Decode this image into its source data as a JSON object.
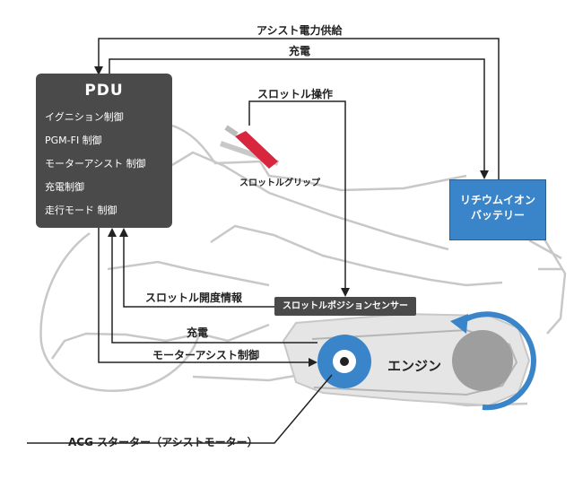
{
  "pdu": {
    "title": "PDU",
    "items": [
      "イグニション制御",
      "PGM-FI 制御",
      "モーターアシスト 制御",
      "充電制御",
      "走行モード 制御"
    ]
  },
  "battery": {
    "line1": "リチウムイオン",
    "line2": "バッテリー"
  },
  "labels": {
    "assist_power": "アシスト電力供給",
    "charge_top": "充電",
    "throttle_op": "スロットル操作",
    "throttle_grip": "スロットルグリップ",
    "throttle_opening": "スロットル開度情報",
    "charge_bottom": "充電",
    "motor_assist": "モーターアシスト制御",
    "tps": "スロットルポジションセンサー",
    "engine": "エンジン",
    "acg": "ACG スターター（アシストモーター）"
  },
  "colors": {
    "pdu_bg": "#4a4a4a",
    "battery_bg": "#3a85c9",
    "accent_blue": "#3a85c9",
    "grip_red": "#d7263d"
  }
}
